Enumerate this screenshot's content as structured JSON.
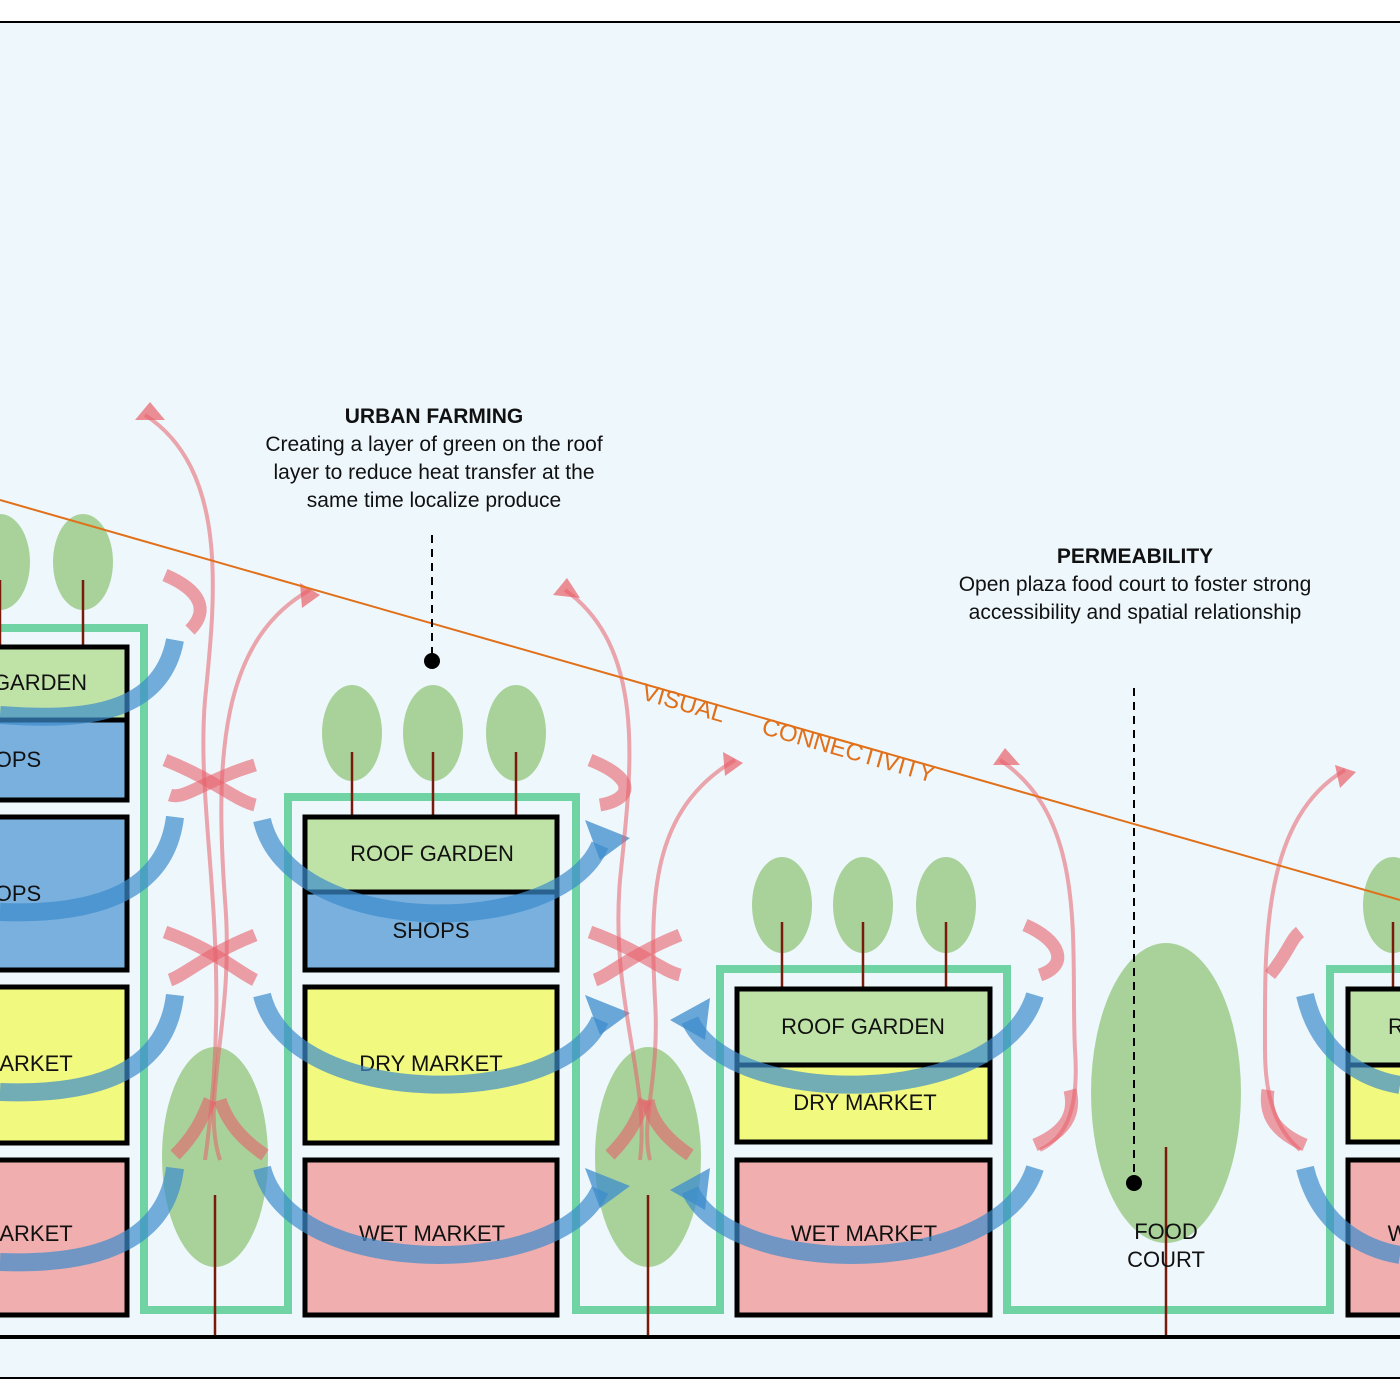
{
  "colors": {
    "background": "#eef7fc",
    "roof_garden": "#bfe3a6",
    "shops": "#79b0de",
    "dry_market": "#f1f97e",
    "wet_market": "#f0aeae",
    "frame": "#6fd3a4",
    "tree": "#a9d29b",
    "airflow_red": "#e8606a",
    "airflow_blue": "#3c8ccc",
    "sightline": "#e0701a"
  },
  "annotations": {
    "urban_farming": {
      "title": "URBAN FARMING",
      "lines": [
        "Creating a layer of green on the roof",
        "layer to reduce heat transfer at the",
        "same time localize produce"
      ]
    },
    "permeability": {
      "title": "PERMEABILITY",
      "lines": [
        "Open plaza food court to foster strong",
        "accessibility and spatial relationship"
      ]
    },
    "visual_1": "VISUAL",
    "visual_2": "CONNECTIVITY"
  },
  "buildings": {
    "left": [
      "GARDEN",
      "OPS",
      "OPS",
      "ARKET",
      "ARKET"
    ],
    "middle": [
      "ROOF GARDEN",
      "SHOPS",
      "DRY MARKET",
      "WET MARKET"
    ],
    "right": [
      "ROOF GARDEN",
      "DRY MARKET",
      "WET MARKET"
    ],
    "far_right": [
      "R",
      "W"
    ]
  },
  "food_court": [
    "FOOD",
    "COURT"
  ],
  "icons": [
    "tree-icon",
    "airflow-arrow-icon"
  ]
}
